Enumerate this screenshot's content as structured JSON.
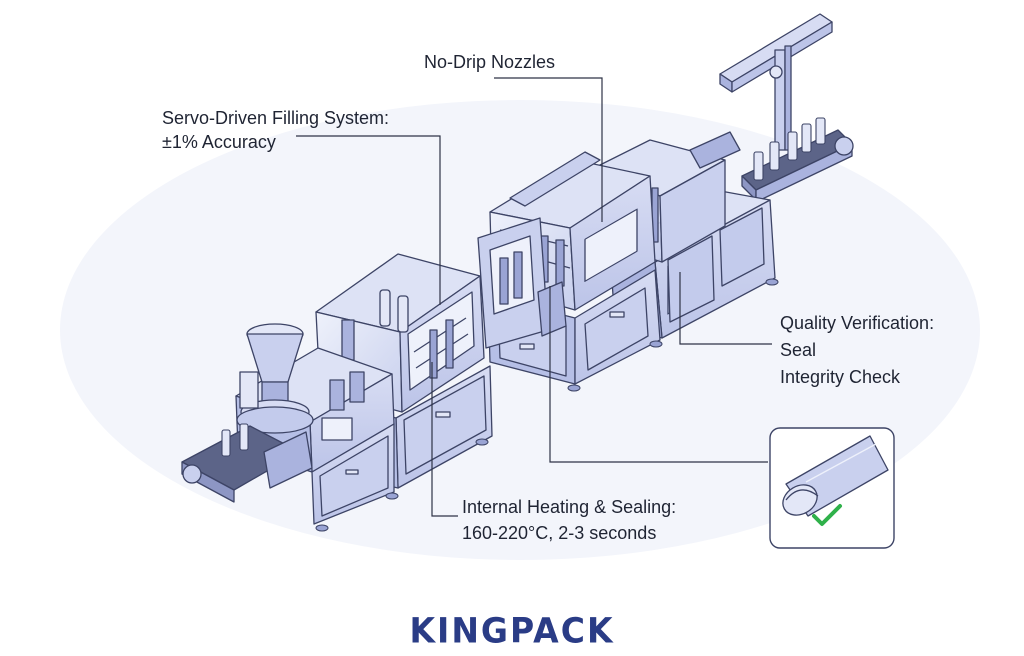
{
  "callouts": {
    "filling": {
      "title": "Servo-Driven Filling System:",
      "detail": "±1% Accuracy"
    },
    "nozzles": {
      "title": "No-Drip Nozzles"
    },
    "quality": {
      "title": "Quality Verification:",
      "line2": "Seal",
      "line3": "Integrity Check"
    },
    "heating": {
      "title": "Internal Heating & Sealing:",
      "detail": "160-220°C, 2-3 seconds"
    }
  },
  "brand": {
    "name": "KINGPACK",
    "color": "#2a3c86"
  },
  "colors": {
    "machine_fill": "#c9d0ee",
    "machine_light": "#e3e7f7",
    "machine_dark": "#9aa4d4",
    "outline": "#3d4466",
    "callout_line": "#2e3346",
    "check": "#2fb14a"
  },
  "icons": {
    "seal_check": "check-mark-icon",
    "tube": "sealed-tube-icon"
  }
}
